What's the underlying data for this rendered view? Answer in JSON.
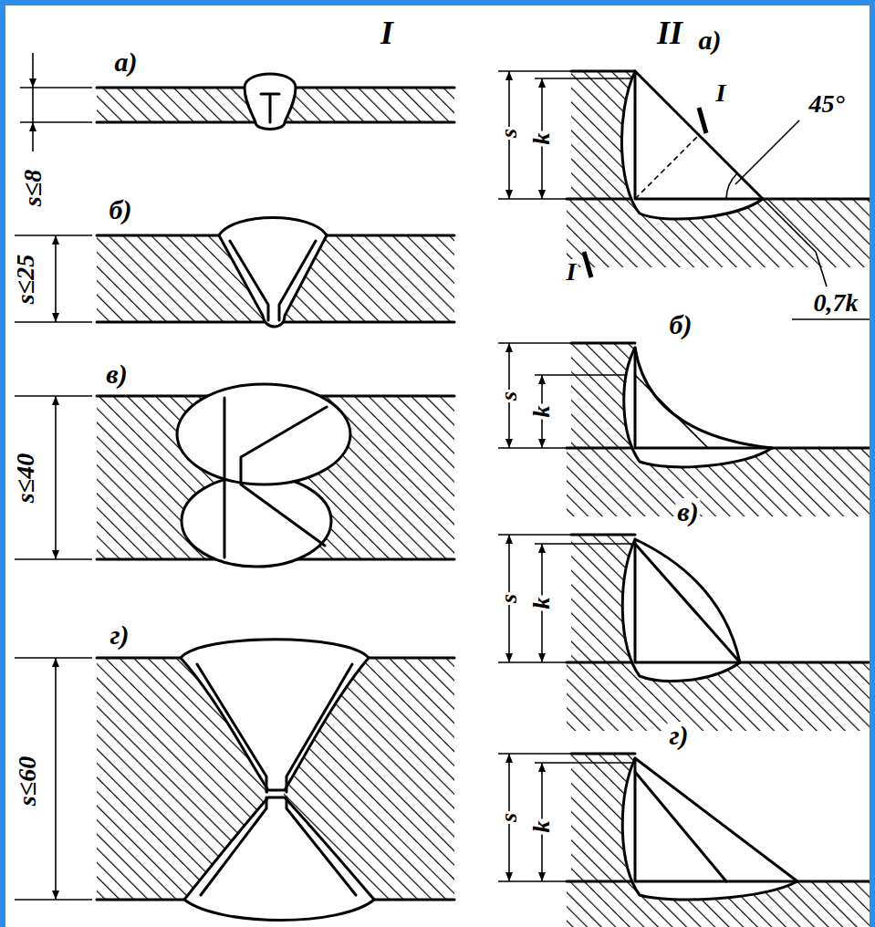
{
  "diagram": {
    "labels": [
      "I",
      "II",
      "а)",
      "s≤8",
      "б)",
      "s≤25",
      "в)",
      "s≤40",
      "г)",
      "s≤60",
      "а)",
      "s",
      "k",
      "45°",
      "I",
      "I",
      "0,7k",
      "б)",
      "s",
      "k",
      "в)",
      "s",
      "k",
      "г)",
      "s",
      "k"
    ]
  }
}
